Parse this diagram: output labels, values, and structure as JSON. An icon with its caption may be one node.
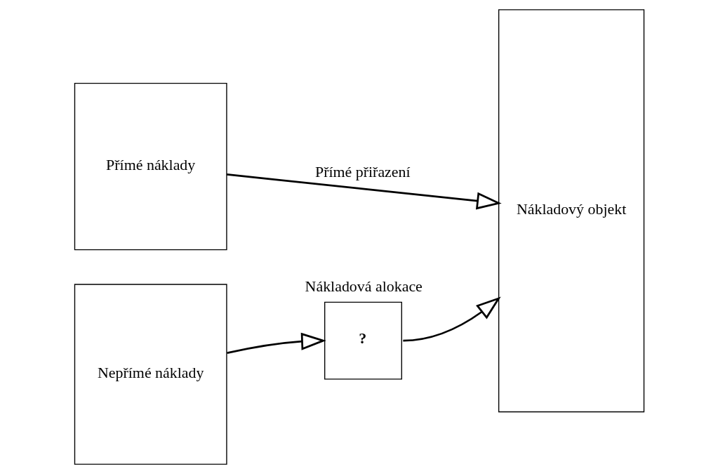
{
  "diagram": {
    "nodes": [
      {
        "text": [
          "Přímé náklady"
        ]
      },
      {
        "text": [
          "Nepřímé náklady"
        ]
      },
      {
        "text": [
          "?"
        ],
        "beside": [
          "Nákladová alokace"
        ]
      },
      {
        "text": [
          "Nákladový objekt"
        ]
      }
    ],
    "edges": [
      {
        "from": 0,
        "to": 3,
        "arrow": "to",
        "label": "Přímé přiřazení"
      },
      {
        "from": 1,
        "to": 2,
        "arrow": "to"
      },
      {
        "from": 2,
        "to": 3,
        "arrow": "to"
      }
    ]
  }
}
